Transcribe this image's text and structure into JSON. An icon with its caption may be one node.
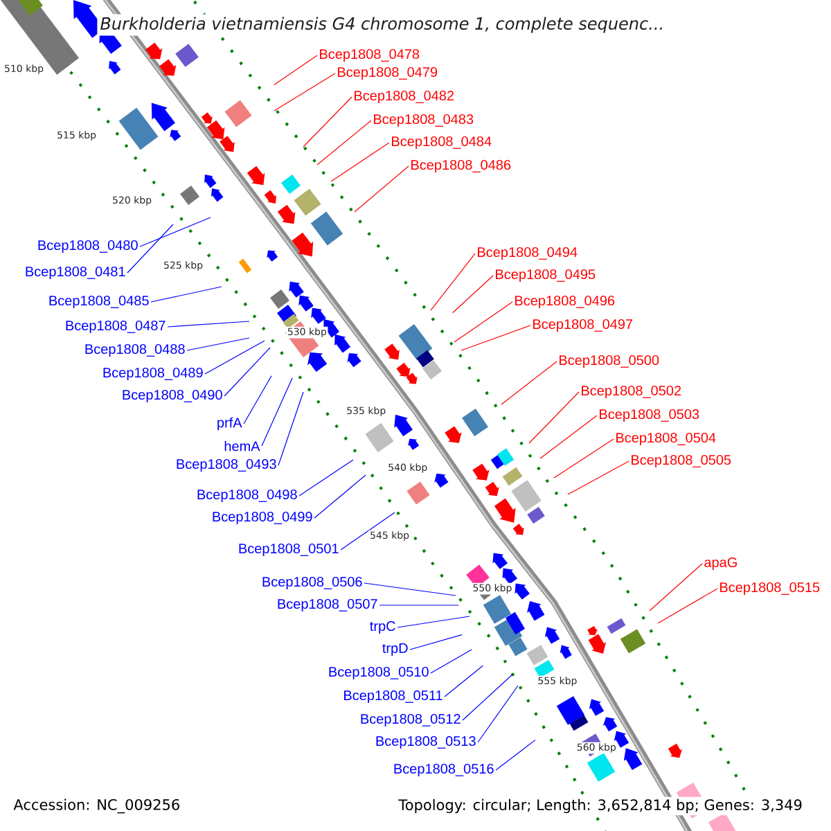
{
  "diagram": {
    "title": "Burkholderia vietnamiensis G4 chromosome 1, complete sequenc...",
    "nodes": [
      {
        "text": [
          "Bcep1808_0478"
        ]
      },
      {
        "text": [
          "Bcep1808_0479"
        ]
      },
      {
        "text": [
          "Bcep1808_0482"
        ]
      },
      {
        "text": [
          "Bcep1808_0483"
        ]
      },
      {
        "text": [
          "Bcep1808_0484"
        ]
      },
      {
        "text": [
          "Bcep1808_0486"
        ]
      },
      {
        "text": [
          "Bcep1808_0494"
        ]
      },
      {
        "text": [
          "Bcep1808_0495"
        ]
      },
      {
        "text": [
          "Bcep1808_0496"
        ]
      },
      {
        "text": [
          "Bcep1808_0497"
        ]
      },
      {
        "text": [
          "Bcep1808_0500"
        ]
      },
      {
        "text": [
          "Bcep1808_0502"
        ]
      },
      {
        "text": [
          "Bcep1808_0503"
        ]
      },
      {
        "text": [
          "Bcep1808_0504"
        ]
      },
      {
        "text": [
          "Bcep1808_0505"
        ]
      },
      {
        "text": [
          "apaG"
        ]
      },
      {
        "text": [
          "Bcep1808_0515"
        ]
      },
      {
        "text": [
          "Bcep1808_0480"
        ]
      },
      {
        "text": [
          "Bcep1808_0481"
        ]
      },
      {
        "text": [
          "Bcep1808_0485"
        ]
      },
      {
        "text": [
          "Bcep1808_0487"
        ]
      },
      {
        "text": [
          "Bcep1808_0488"
        ]
      },
      {
        "text": [
          "Bcep1808_0489"
        ]
      },
      {
        "text": [
          "Bcep1808_0490"
        ]
      },
      {
        "text": [
          "prfA"
        ]
      },
      {
        "text": [
          "hemA"
        ]
      },
      {
        "text": [
          "Bcep1808_0493"
        ]
      },
      {
        "text": [
          "Bcep1808_0498"
        ]
      },
      {
        "text": [
          "Bcep1808_0499"
        ]
      },
      {
        "text": [
          "Bcep1808_0501"
        ]
      },
      {
        "text": [
          "Bcep1808_0506"
        ]
      },
      {
        "text": [
          "Bcep1808_0507"
        ]
      },
      {
        "text": [
          "trpC"
        ]
      },
      {
        "text": [
          "trpD"
        ]
      },
      {
        "text": [
          "Bcep1808_0510"
        ]
      },
      {
        "text": [
          "Bcep1808_0511"
        ]
      },
      {
        "text": [
          "Bcep1808_0512"
        ]
      },
      {
        "text": [
          "Bcep1808_0513"
        ]
      },
      {
        "text": [
          "Bcep1808_0516"
        ]
      }
    ],
    "edges": [
      {
        "from": 0,
        "to": null,
        "arrow": "none",
        "color": "#ff0000"
      },
      {
        "from": 1,
        "to": null,
        "arrow": "none",
        "color": "#ff0000"
      },
      {
        "from": 2,
        "to": null,
        "arrow": "none",
        "color": "#ff0000"
      },
      {
        "from": 3,
        "to": null,
        "arrow": "none",
        "color": "#ff0000"
      },
      {
        "from": 4,
        "to": null,
        "arrow": "none",
        "color": "#ff0000"
      },
      {
        "from": 5,
        "to": null,
        "arrow": "none",
        "color": "#ff0000"
      },
      {
        "from": 6,
        "to": null,
        "arrow": "none",
        "color": "#ff0000"
      },
      {
        "from": 7,
        "to": null,
        "arrow": "none",
        "color": "#ff0000"
      },
      {
        "from": 8,
        "to": null,
        "arrow": "none",
        "color": "#ff0000"
      },
      {
        "from": 9,
        "to": null,
        "arrow": "none",
        "color": "#ff0000"
      },
      {
        "from": 10,
        "to": null,
        "arrow": "none",
        "color": "#ff0000"
      },
      {
        "from": 11,
        "to": null,
        "arrow": "none",
        "color": "#ff0000"
      },
      {
        "from": 12,
        "to": null,
        "arrow": "none",
        "color": "#ff0000"
      },
      {
        "from": 13,
        "to": null,
        "arrow": "none",
        "color": "#ff0000"
      },
      {
        "from": 14,
        "to": null,
        "arrow": "none",
        "color": "#ff0000"
      },
      {
        "from": 15,
        "to": null,
        "arrow": "none",
        "color": "#ff0000"
      },
      {
        "from": 16,
        "to": null,
        "arrow": "none",
        "color": "#ff0000"
      },
      {
        "from": 17,
        "to": null,
        "arrow": "none",
        "color": "#0000ff"
      },
      {
        "from": 18,
        "to": null,
        "arrow": "none",
        "color": "#0000ff"
      },
      {
        "from": 19,
        "to": null,
        "arrow": "none",
        "color": "#0000ff"
      },
      {
        "from": 20,
        "to": null,
        "arrow": "none",
        "color": "#0000ff"
      },
      {
        "from": 21,
        "to": null,
        "arrow": "none",
        "color": "#0000ff"
      },
      {
        "from": 22,
        "to": null,
        "arrow": "none",
        "color": "#0000ff"
      },
      {
        "from": 23,
        "to": null,
        "arrow": "none",
        "color": "#0000ff"
      },
      {
        "from": 24,
        "to": null,
        "arrow": "none",
        "color": "#0000ff"
      },
      {
        "from": 25,
        "to": null,
        "arrow": "none",
        "color": "#0000ff"
      },
      {
        "from": 26,
        "to": null,
        "arrow": "none",
        "color": "#0000ff"
      },
      {
        "from": 27,
        "to": null,
        "arrow": "none",
        "color": "#0000ff"
      },
      {
        "from": 28,
        "to": null,
        "arrow": "none",
        "color": "#0000ff"
      },
      {
        "from": 29,
        "to": null,
        "arrow": "none",
        "color": "#0000ff"
      },
      {
        "from": 30,
        "to": null,
        "arrow": "none",
        "color": "#0000ff"
      },
      {
        "from": 31,
        "to": null,
        "arrow": "none",
        "color": "#0000ff"
      },
      {
        "from": 32,
        "to": null,
        "arrow": "none",
        "color": "#0000ff"
      },
      {
        "from": 33,
        "to": null,
        "arrow": "none",
        "color": "#0000ff"
      },
      {
        "from": 34,
        "to": null,
        "arrow": "none",
        "color": "#0000ff"
      },
      {
        "from": 35,
        "to": null,
        "arrow": "none",
        "color": "#0000ff"
      },
      {
        "from": 36,
        "to": null,
        "arrow": "none",
        "color": "#0000ff"
      },
      {
        "from": 37,
        "to": null,
        "arrow": "none",
        "color": "#0000ff"
      },
      {
        "from": 38,
        "to": null,
        "arrow": "none",
        "color": "#0000ff"
      }
    ],
    "labels": [
      "510 kbp",
      "515 kbp",
      "520 kbp",
      "525 kbp",
      "530 kbp",
      "535 kbp",
      "540 kbp",
      "545 kbp",
      "550 kbp",
      "555 kbp",
      "560 kbp",
      "Accession: NC_009256",
      "Topology: circular; Length: 3,652,814 bp; Genes: 3,349"
    ]
  }
}
